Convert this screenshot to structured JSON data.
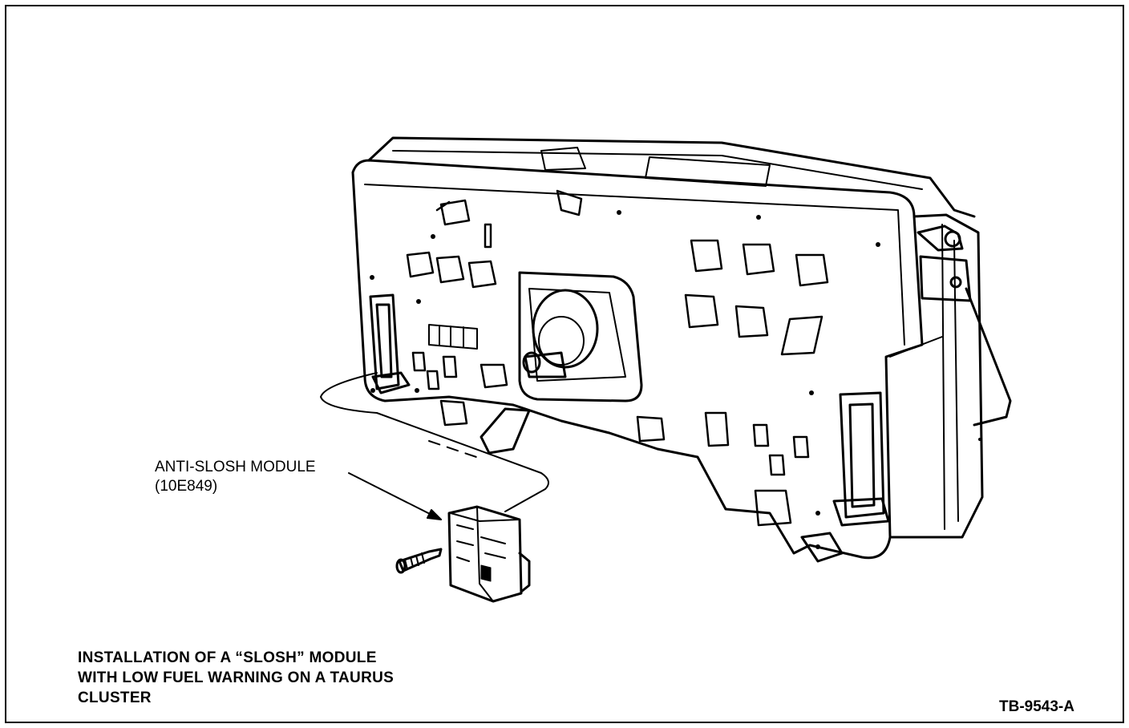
{
  "callout": {
    "line1": "ANTI-SLOSH MODULE",
    "line2": "(10E849)"
  },
  "caption": {
    "line1": "INSTALLATION OF A “SLOSH” MODULE",
    "line2": "WITH LOW FUEL WARNING ON A TAURUS",
    "line3": "CLUSTER"
  },
  "figure_code": "TB-9543-A"
}
